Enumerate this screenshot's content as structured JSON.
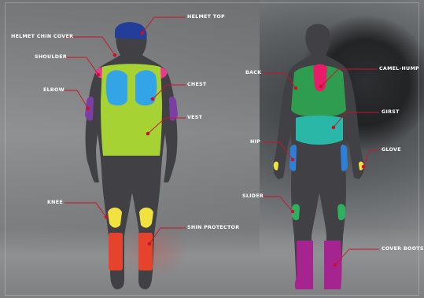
{
  "colors": {
    "body": "#414044",
    "helmet": "#233d9a",
    "shoulder": "#e83b8e",
    "elbow": "#7b3fa4",
    "vest": "#a6d234",
    "chest": "#33a5e6",
    "knee": "#f1e23f",
    "shin": "#e5432c",
    "back_plate": "#2f9d50",
    "camel_hump": "#e71d69",
    "girst": "#2ab7a8",
    "hip": "#2e7fd8",
    "glove": "#f0e43b",
    "slider": "#2fb060",
    "cover_boots": "#a6248f",
    "leader_line": "#c8142a",
    "leader_dot": "#c8142a"
  },
  "labels": {
    "helmet_top": "HELMET TOP",
    "helmet_chin_cover": "HELMET CHIN COVER",
    "shoulder": "SHOULDER",
    "chest": "CHEST",
    "elbow": "ELBOW",
    "vest": "VEST",
    "knee": "KNEE",
    "shin_protector": "SHIN PROTECTOR",
    "back": "BACK",
    "camel_hump": "CAMEL-HUMP",
    "girst": "GIRST",
    "hip": "HIP",
    "glove": "GLOVE",
    "slider": "SLIDER",
    "cover_boots": "COVER BOOTS"
  }
}
